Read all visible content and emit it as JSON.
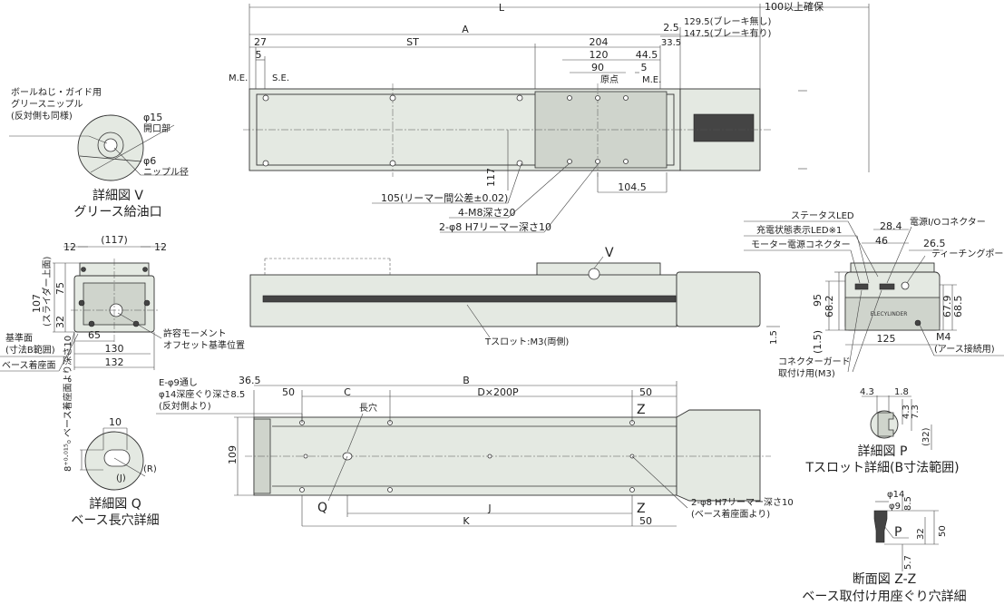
{
  "top_view": {
    "L": "L",
    "A": "A",
    "clearance": "100以上確保",
    "no_brake": "129.5(ブレーキ無し)",
    "brake": "147.5(ブレーキ有り)",
    "d27": "27",
    "st": "ST",
    "d204": "204",
    "d2_5": "2.5",
    "d33_5": "33.5",
    "d5a": "5",
    "d120": "120",
    "d44_5": "44.5",
    "d90": "90",
    "d5b": "5",
    "me1": "M.E.",
    "se": "S.E.",
    "origin": "原点",
    "me2": "M.E.",
    "d117": "117",
    "reamer_pitch": "105(リーマー間公差±0.02)",
    "m8": "4-M8深さ20",
    "reamer": "2-φ8 H7リーマー深さ10",
    "d104_5": "104.5"
  },
  "detail_v": {
    "note1": "ボールねじ・ガイド用",
    "note2": "グリースニップル",
    "note3": "(反対側も同様)",
    "phi15": "φ15",
    "opening": "開口部",
    "phi6": "φ6",
    "nipple": "ニップル径",
    "title": "詳細図 V",
    "subtitle": "グリース給油口"
  },
  "left_end": {
    "d117": "(117)",
    "d12a": "12",
    "d12b": "12",
    "d107": "107",
    "slider_top": "(スライダー上面)",
    "d75": "75",
    "d32": "32",
    "d65": "65",
    "d130": "130",
    "d132": "132",
    "ref1": "基準面",
    "ref2": "(寸法B範囲)",
    "base": "ベース着座面",
    "moment1": "許容モーメント",
    "moment2": "オフセット基準位置"
  },
  "side_view": {
    "v": "V",
    "tslot": "Tスロット:M3(両側)",
    "d1_5": "1.5"
  },
  "right_end": {
    "status_led": "ステータスLED",
    "charge_led": "充電状態表示LED※1",
    "motor_conn": "モーター電源コネクター",
    "d28_4": "28.4",
    "d46": "46",
    "io_conn": "電源I/Oコネクター",
    "d26_5": "26.5",
    "teach": "ティーチングポート",
    "d95": "95",
    "d68_2": "68.2",
    "d67_9": "67.9",
    "d68_5": "68.5",
    "d1_5": "(1.5)",
    "d125": "125",
    "m4": "M4",
    "earth": "(アース接続用)",
    "guard1": "コネクターガード",
    "guard2": "取付け用(M3)",
    "logo": "ELECYLINDER"
  },
  "bottom_view": {
    "e_hole1": "E-φ9通し",
    "e_hole2": "φ14深座ぐり深さ8.5",
    "e_hole3": "(反対側より)",
    "d36_5": "36.5",
    "B": "B",
    "d50a": "50",
    "C": "C",
    "D": "D×200P",
    "d50b": "50",
    "slot": "長穴",
    "z1": "Z",
    "d109": "109",
    "q": "Q",
    "z2": "Z",
    "J": "J",
    "K": "K",
    "d50c": "50",
    "reamer1": "2-φ8 H7リーマー深さ10",
    "reamer2": "(ベース着座面より)"
  },
  "detail_q": {
    "depth": "8⁺⁰·⁰¹⁵₀ ベース着座面より深さ10",
    "d10": "10",
    "j": "(J)",
    "r": "(R)",
    "title": "詳細図 Q",
    "subtitle": "ベース長穴詳細"
  },
  "detail_p": {
    "d4_3a": "4.3",
    "d1_8": "1.8",
    "d4_3b": "4.3",
    "d7_3": "7.3",
    "d32": "(32)",
    "title": "詳細図 P",
    "subtitle": "Tスロット詳細(B寸法範囲)"
  },
  "section_zz": {
    "phi14": "φ14",
    "phi9": "φ9",
    "d8_5": "8.5",
    "p": "P",
    "d32": "32",
    "d50": "50",
    "d5_7": "5.7",
    "title": "断面図 Z-Z",
    "subtitle": "ベース取付け用座ぐり穴詳細"
  }
}
